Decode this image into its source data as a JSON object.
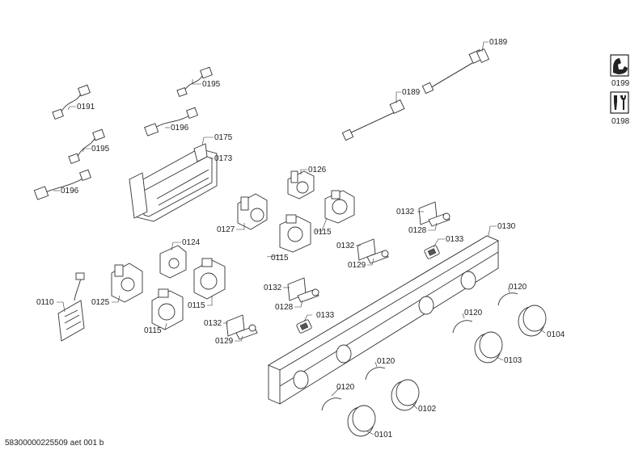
{
  "labels": {
    "p0189a": "0189",
    "p0189b": "0189",
    "p0195a": "0195",
    "p0191": "0191",
    "p0196a": "0196",
    "p0195b": "0195",
    "p0196b": "0196",
    "p0175": "0175",
    "p0173": "0173",
    "p0126": "0126",
    "p0127": "0127",
    "p0115a": "0115",
    "p0115b": "0115",
    "p0132a": "0132",
    "p0128a": "0128",
    "p0130": "0130",
    "p0133a": "0133",
    "p0132b": "0132",
    "p0129a": "0129",
    "p0124": "0124",
    "p0125": "0125",
    "p0115c": "0115",
    "p0110": "0110",
    "p0115d": "0115",
    "p0132c": "0132",
    "p0128b": "0128",
    "p0133b": "0133",
    "p0132d": "0132",
    "p0129b": "0129",
    "p0120a": "0120",
    "p0120b": "0120",
    "p0104": "0104",
    "p0103": "0103",
    "p0120c": "0120",
    "p0120d": "0120",
    "p0102": "0102",
    "p0101": "0101"
  },
  "icons": {
    "tool_a_label": "0199",
    "tool_b_label": "0198"
  },
  "footer": "58300000225509 aet 001 b"
}
